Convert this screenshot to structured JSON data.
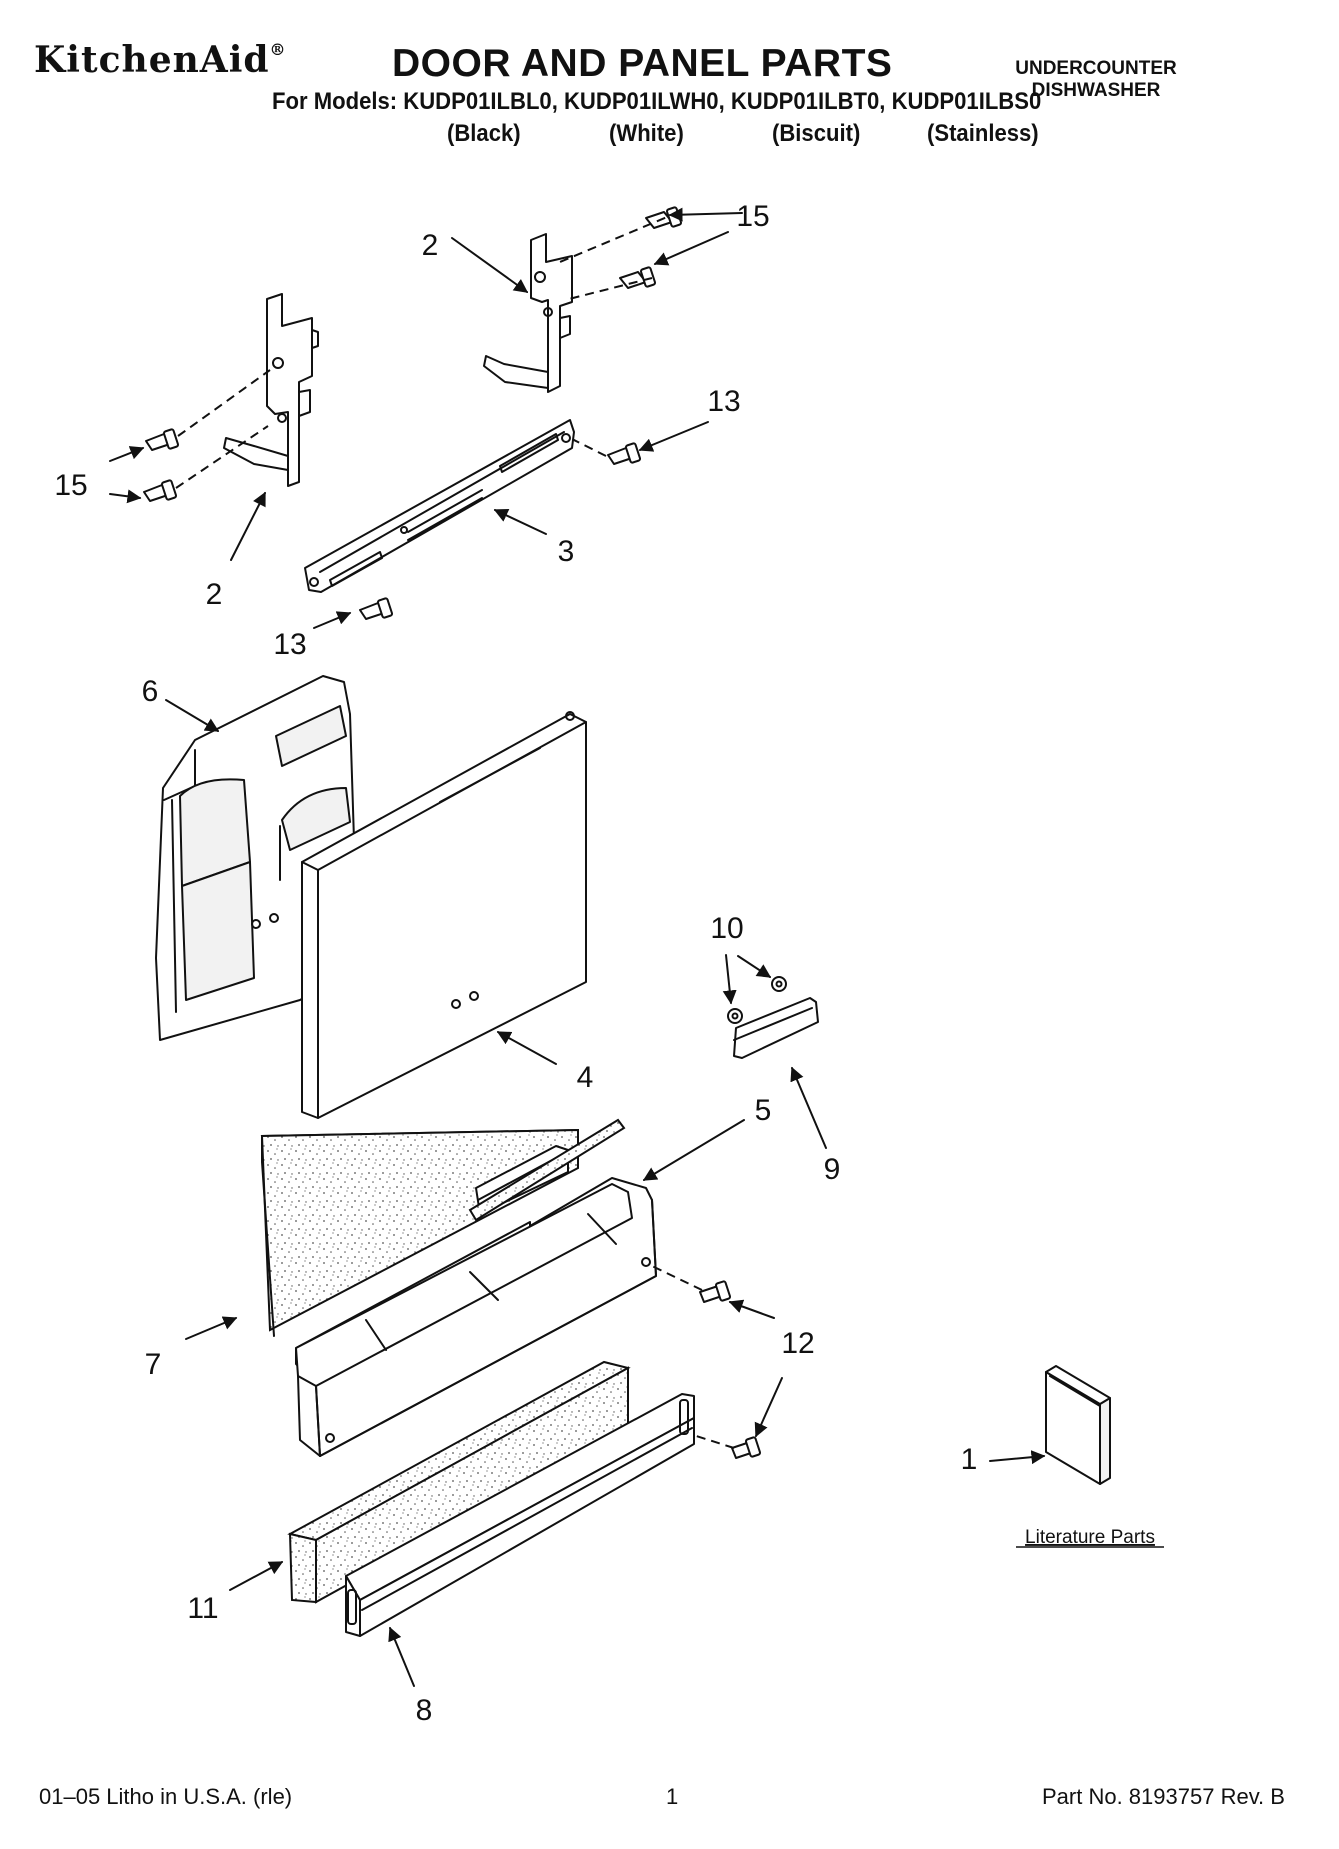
{
  "header": {
    "brand": "KitchenAid",
    "brand_mark": "®",
    "title": "DOOR AND PANEL PARTS",
    "models_line": "For Models: KUDP01ILBL0, KUDP01ILWH0, KUDP01ILBT0, KUDP01ILBS0",
    "variants": [
      "(Black)",
      "(White)",
      "(Biscuit)",
      "(Stainless)"
    ],
    "appliance_type_line1": "UNDERCOUNTER",
    "appliance_type_line2": "DISHWASHER"
  },
  "diagram": {
    "part_labels": [
      "1",
      "2",
      "2",
      "3",
      "4",
      "5",
      "6",
      "7",
      "8",
      "9",
      "10",
      "11",
      "12",
      "13",
      "13",
      "15",
      "15"
    ],
    "literature_caption": "Literature Parts"
  },
  "footer": {
    "litho": "01–05 Litho in U.S.A. (rle)",
    "page_number": "1",
    "part_number": "Part No. 8193757 Rev. B"
  },
  "colors": {
    "line": "#111111",
    "background": "#ffffff"
  }
}
